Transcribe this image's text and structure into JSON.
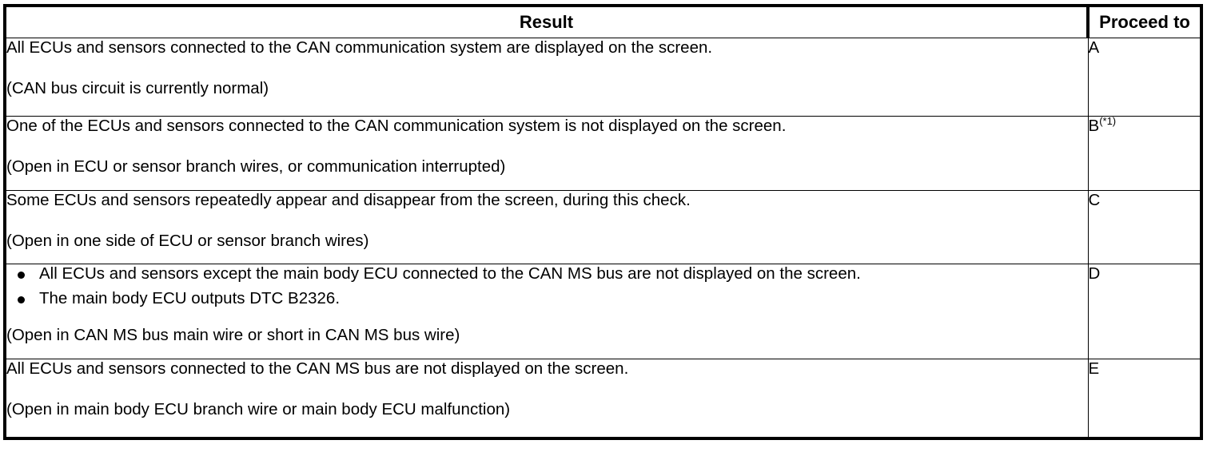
{
  "table": {
    "headers": {
      "result": "Result",
      "proceed": "Proceed to"
    },
    "rows": [
      {
        "id": "row-a",
        "type": "text",
        "primary": "All ECUs and sensors connected to the CAN communication system are displayed on the screen.",
        "paren": "(CAN bus circuit is currently normal)",
        "proceed": "A",
        "proceed_note": ""
      },
      {
        "id": "row-b",
        "type": "text",
        "primary": "One of the ECUs and sensors connected to the CAN communication system is not displayed on the screen.",
        "paren": "(Open in ECU or sensor branch wires, or communication interrupted)",
        "proceed": "B",
        "proceed_note": "(*1)"
      },
      {
        "id": "row-c",
        "type": "text",
        "primary": "Some ECUs and sensors repeatedly appear and disappear from the screen, during this check.",
        "paren": "(Open in one side of ECU or sensor branch wires)",
        "proceed": "C",
        "proceed_note": ""
      },
      {
        "id": "row-d",
        "type": "bullets",
        "bullets": [
          "All ECUs and sensors except the main body ECU connected to the CAN MS bus are not displayed on the screen.",
          "The main body ECU outputs DTC B2326."
        ],
        "paren": "(Open in CAN MS bus main wire or short in CAN MS bus wire)",
        "proceed": "D",
        "proceed_note": ""
      },
      {
        "id": "row-e",
        "type": "text",
        "primary": "All ECUs and sensors connected to the CAN MS bus are not displayed on the screen.",
        "paren": "(Open in main body ECU branch wire or main body ECU malfunction)",
        "proceed": "E",
        "proceed_note": ""
      }
    ]
  },
  "colors": {
    "border": "#000000",
    "text": "#000000",
    "background": "#ffffff"
  }
}
